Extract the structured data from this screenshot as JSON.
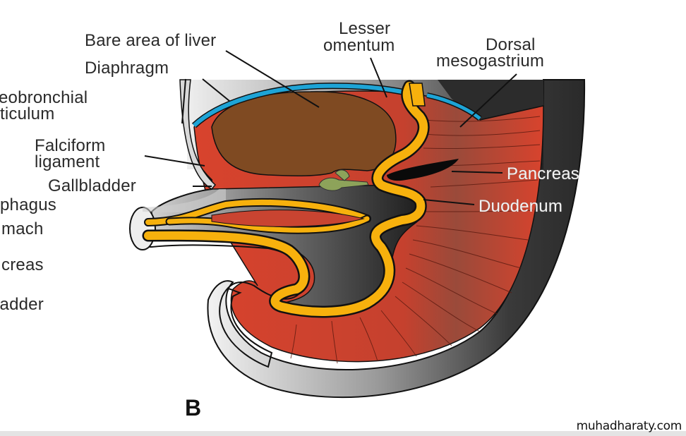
{
  "figure": {
    "letter": "B",
    "watermark": "muhadharaty.com"
  },
  "labels": {
    "bare_area_of_liver": "Bare area of liver",
    "diaphragm": "Diaphragm",
    "lesser_omentum_1": "Lesser",
    "lesser_omentum_2": "omentum",
    "dorsal_mesogastrium_1": "Dorsal",
    "dorsal_mesogastrium_2": "mesogastrium",
    "tracheobronchial_1": "eobronchial",
    "tracheobronchial_2": "ticulum",
    "falciform_1": "Falciform",
    "falciform_2": "ligament",
    "gallbladder": "Gallbladder",
    "esophagus": "phagus",
    "stomach": "mach",
    "pancreas_left": "creas",
    "gallbladder_left": "ladder",
    "pancreas": "Pancreas",
    "duodenum": "Duodenum"
  },
  "colors": {
    "liver": "#7f4a22",
    "mesentery": "#d8432d",
    "gut": "#f7b10d",
    "diaphragm": "#1ea4d6",
    "gallbladder": "#8da35a",
    "body_wall": "#3a3a3a"
  }
}
